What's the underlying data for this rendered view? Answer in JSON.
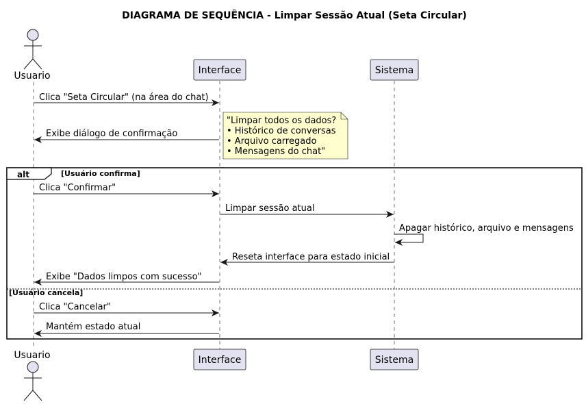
{
  "title": "DIAGRAMA DE SEQUÊNCIA - Limpar Sessão Atual (Seta Circular)",
  "participants": {
    "user": "Usuario",
    "interface": "Interface",
    "system": "Sistema"
  },
  "messages": {
    "m1": "Clica \"Seta Circular\" (na área do chat)",
    "m2": "Exibe diálogo de confirmação",
    "m3": "Clica \"Confirmar\"",
    "m4": "Limpar sessão atual",
    "m5": "Apagar histórico, arquivo e mensagens",
    "m6": "Reseta interface para estado inicial",
    "m7": "Exibe \"Dados limpos com sucesso\"",
    "m8": "Clica \"Cancelar\"",
    "m9": "Mantém estado atual"
  },
  "note": {
    "line1": "\"Limpar todos os dados?",
    "line2": "• Histórico de conversas",
    "line3": "• Arquivo carregado",
    "line4": "• Mensagens do chat\""
  },
  "alt_frame": {
    "label": "alt",
    "guard1": "[Usuário confirma]",
    "guard2": "[Usuário cancela]"
  },
  "colors": {
    "participant_fill": "#e2e2f0",
    "participant_border": "#181818",
    "note_fill": "#fefece",
    "line": "#181818"
  }
}
